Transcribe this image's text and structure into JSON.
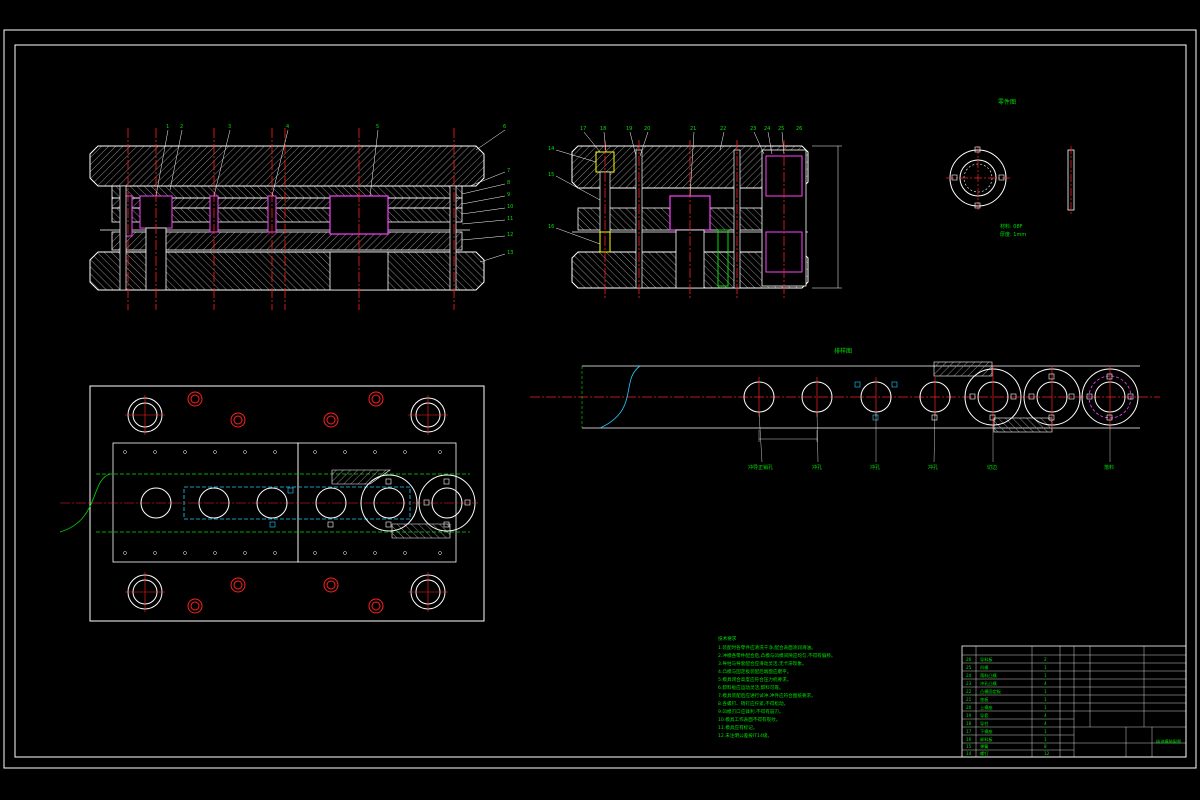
{
  "colors": {
    "background": "#000000",
    "outline": "#ffffff",
    "centerline": "#ff2020",
    "text": "#00e000",
    "leader": "#ffffff",
    "hatch": "#b0b0b0",
    "magenta": "#ff40ff",
    "cyan": "#20d0ff",
    "yellow": "#ffff00",
    "blue": "#3050ff"
  },
  "views": {
    "front_section": {
      "callouts": [
        "1",
        "2",
        "3",
        "4",
        "5",
        "6",
        "7",
        "8",
        "9",
        "10",
        "11",
        "12",
        "13"
      ]
    },
    "side_section": {
      "callouts": [
        "14",
        "15",
        "16",
        "17",
        "18",
        "19",
        "20",
        "21",
        "22",
        "23",
        "24",
        "25",
        "26"
      ]
    },
    "strip_layout": {
      "title": "排样图",
      "station_labels": [
        "冲导正销孔",
        "冲孔",
        "冲孔",
        "冲孔",
        "切边",
        "落料"
      ]
    },
    "workpiece": {
      "title": "零件图",
      "material_lines": [
        "材料: 08F",
        "厚度: 1mm"
      ]
    }
  },
  "notes": {
    "title": "技术要求",
    "lines": [
      "1.装配时各零件应清洗干净,配合表面涂润滑油。",
      "2.冲模各零件配合后,凸模与凹模间隙应均匀,不得有偏移。",
      "3.导柱与导套配合应滑动灵活,无卡滞现象。",
      "4.凸模与固定板装配后端面应磨平。",
      "5.模具闭合高度应符合压力机要求。",
      "6.卸料板应运动灵活,卸料可靠。",
      "7.模具装配后应进行试冲,冲件应符合图纸要求。",
      "8.各螺钉、销钉应拧紧,不得松动。",
      "9.凹模刃口应锋利,不得有崩刃。",
      "10.模具工作表面不得有裂纹。",
      "11.模具应有标记。",
      "12.未注明公差按IT14级。"
    ]
  },
  "title_block": {
    "drawing_name": "级进模装配图",
    "parts": [
      {
        "no": "26",
        "name": "导料板",
        "qty": "2"
      },
      {
        "no": "25",
        "name": "凹模",
        "qty": "1"
      },
      {
        "no": "24",
        "name": "落料凸模",
        "qty": "1"
      },
      {
        "no": "23",
        "name": "冲孔凸模",
        "qty": "4"
      },
      {
        "no": "22",
        "name": "凸模固定板",
        "qty": "1"
      },
      {
        "no": "21",
        "name": "垫板",
        "qty": "1"
      },
      {
        "no": "20",
        "name": "上模座",
        "qty": "1"
      },
      {
        "no": "19",
        "name": "导套",
        "qty": "4"
      },
      {
        "no": "18",
        "name": "导柱",
        "qty": "4"
      },
      {
        "no": "17",
        "name": "下模座",
        "qty": "1"
      },
      {
        "no": "16",
        "name": "卸料板",
        "qty": "1"
      },
      {
        "no": "15",
        "name": "弹簧",
        "qty": "8"
      },
      {
        "no": "14",
        "name": "螺钉",
        "qty": "12"
      }
    ]
  }
}
